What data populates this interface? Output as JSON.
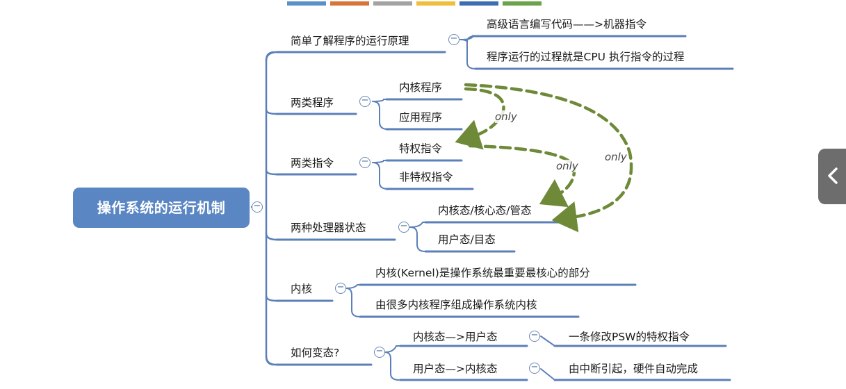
{
  "colors": {
    "accent": "#5a86c3",
    "branch": "#5b7fb8",
    "arrow": "#6e8a38",
    "swatches": [
      "#5b8fc7",
      "#d8743a",
      "#a3a3a3",
      "#f0be3c",
      "#3d6db3",
      "#6aa34a"
    ]
  },
  "root": {
    "label": "操作系统的运行机制"
  },
  "branches": [
    {
      "label": "简单了解程序的运行原理",
      "children": [
        {
          "label": "高级语言编写代码——>机器指令"
        },
        {
          "label": "程序运行的过程就是CPU 执行指令的过程"
        }
      ]
    },
    {
      "label": "两类程序",
      "children": [
        {
          "label": "内核程序"
        },
        {
          "label": "应用程序"
        }
      ]
    },
    {
      "label": "两类指令",
      "children": [
        {
          "label": "特权指令"
        },
        {
          "label": "非特权指令"
        }
      ]
    },
    {
      "label": "两种处理器状态",
      "children": [
        {
          "label": "内核态/核心态/管态"
        },
        {
          "label": "用户态/目态"
        }
      ]
    },
    {
      "label": "内核",
      "children": [
        {
          "label": "内核(Kernel)是操作系统最重要最核心的部分"
        },
        {
          "label": "由很多内核程序组成操作系统内核"
        }
      ]
    },
    {
      "label": "如何变态?",
      "children": [
        {
          "label": "内核态—>用户态",
          "detail": "一条修改PSW的特权指令"
        },
        {
          "label": "用户态—>内核态",
          "detail": "由中断引起，硬件自动完成"
        }
      ]
    }
  ],
  "annotations": {
    "only_1": "only",
    "only_2": "only",
    "only_3": "only"
  },
  "collapse_symbol": "−",
  "side_tab": {
    "icon": "chevron-left-icon"
  }
}
